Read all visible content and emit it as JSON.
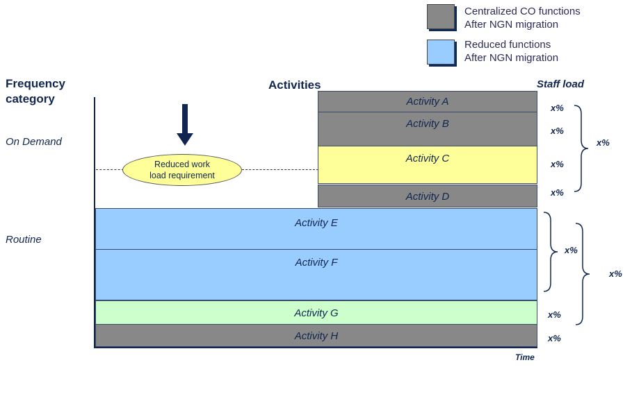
{
  "legend": [
    {
      "line1": "Centralized CO functions",
      "line2": "After NGN migration",
      "color": "#888888"
    },
    {
      "line1": "Reduced functions",
      "line2": "After NGN migration",
      "color": "#99ccff"
    }
  ],
  "headings": {
    "frequency_line1": "Frequency",
    "frequency_line2": "category",
    "activities": "Activities",
    "staff_load": "Staff load",
    "time": "Time"
  },
  "categories": {
    "on_demand": "On Demand",
    "routine": "Routine"
  },
  "note": {
    "line1": "Reduced work",
    "line2": "load requirement"
  },
  "activities": [
    {
      "label": "Activity A",
      "type": "centralized",
      "staff": "x%"
    },
    {
      "label": "Activity B",
      "type": "centralized",
      "staff": "x%"
    },
    {
      "label": "Activity C",
      "type": "highlight",
      "staff": "x%"
    },
    {
      "label": "Activity D",
      "type": "centralized",
      "staff": "x%"
    },
    {
      "label": "Activity E",
      "type": "reduced"
    },
    {
      "label": "Activity F",
      "type": "reduced"
    },
    {
      "label": "Activity G",
      "type": "green",
      "staff": "x%"
    },
    {
      "label": "Activity H",
      "type": "centralized",
      "staff": "x%"
    }
  ],
  "group_totals": {
    "on_demand_total": "x%",
    "ef_total": "x%",
    "routine_total": "x%"
  },
  "colors": {
    "centralized": "#888888",
    "reduced": "#99ccff",
    "highlight": "#ffff99",
    "green": "#ccffcc",
    "text": "#10254f"
  }
}
